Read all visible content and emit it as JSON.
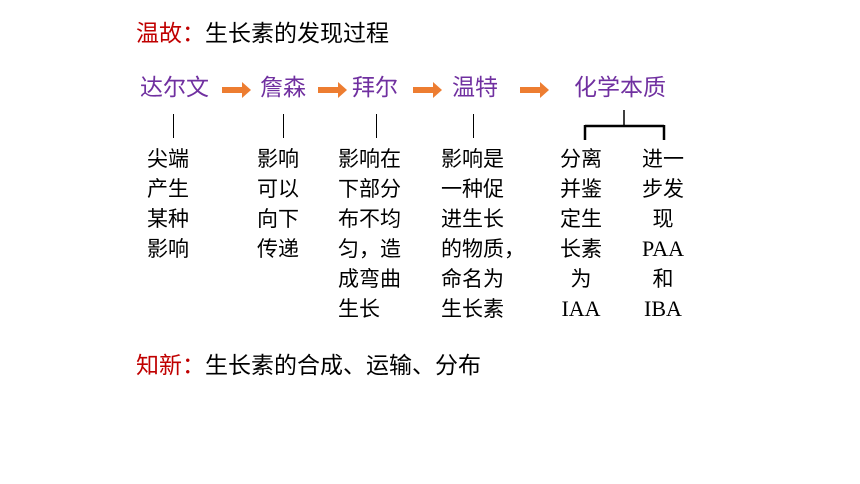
{
  "review": {
    "tag": "温故：",
    "text": "生长素的发现过程"
  },
  "timeline": [
    {
      "name": "达尔文"
    },
    {
      "name": "詹森"
    },
    {
      "name": "拜尔"
    },
    {
      "name": "温特"
    },
    {
      "name": "化学本质"
    }
  ],
  "findings": {
    "darwin": [
      "尖端",
      "产生",
      "某种",
      "影响"
    ],
    "jensen": [
      "影响",
      "可以",
      "向下",
      "传递"
    ],
    "boysen": [
      "影响在",
      "下部分",
      "布不均",
      "匀，造",
      "成弯曲",
      "生长"
    ],
    "went": [
      "影响是",
      "一种促",
      "进生长",
      "的物质，",
      "命名为",
      "生长素"
    ],
    "nature_a": [
      "分离",
      "并鉴",
      "定生",
      "长素",
      "为",
      "IAA"
    ],
    "nature_b": [
      "进一",
      "步发",
      "现",
      "PAA",
      "和",
      "IBA"
    ]
  },
  "new_knowledge": {
    "tag": "知新：",
    "text": "生长素的合成、运输、分布"
  },
  "colors": {
    "tag": "#c00000",
    "person": "#7030a0",
    "arrow": "#ed7d31"
  }
}
